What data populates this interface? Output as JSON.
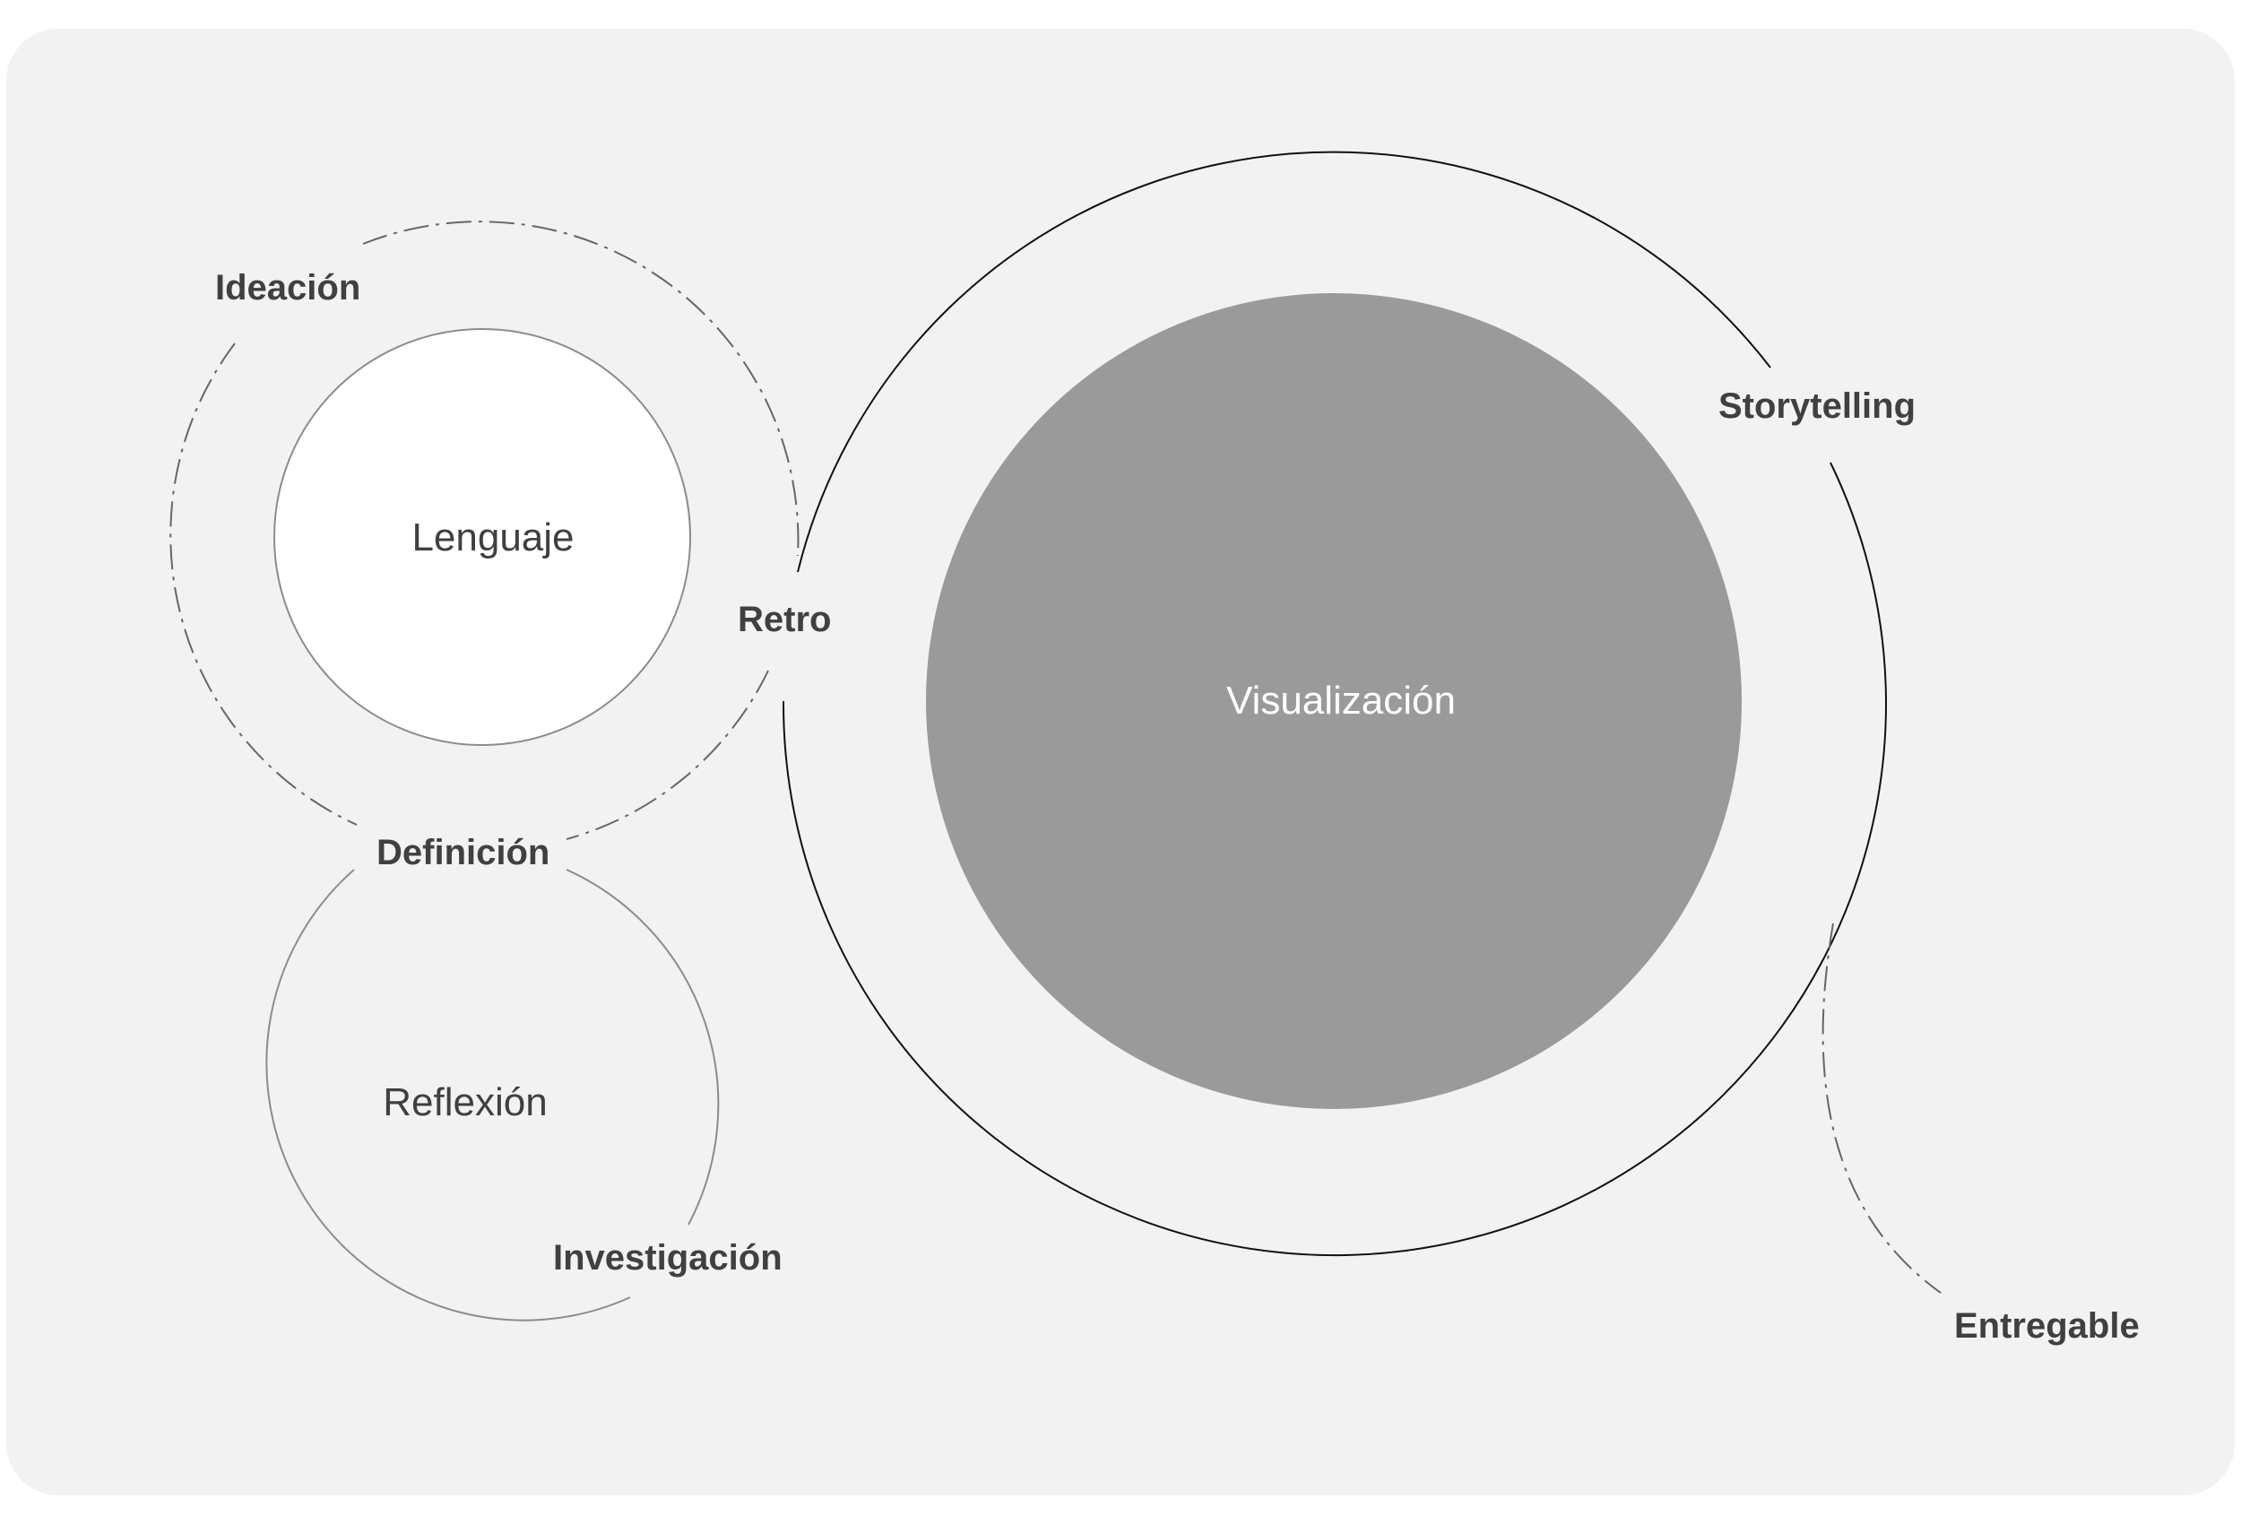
{
  "diagram": {
    "nodes": {
      "lenguaje": "Lenguaje",
      "reflexion": "Reflexión",
      "visualizacion": "Visualización"
    },
    "labels": {
      "ideacion": "Ideación",
      "retro": "Retro",
      "definicion": "Definición",
      "investigacion": "Investigación",
      "storytelling": "Storytelling",
      "entregable": "Entregable"
    }
  },
  "colors": {
    "panel": "#f2f2f2",
    "visualizacion_fill": "#9a9a9a",
    "lenguaje_fill": "#ffffff",
    "text": "#404040",
    "outline": "#111111",
    "thin_outline": "#8c8c8c"
  }
}
